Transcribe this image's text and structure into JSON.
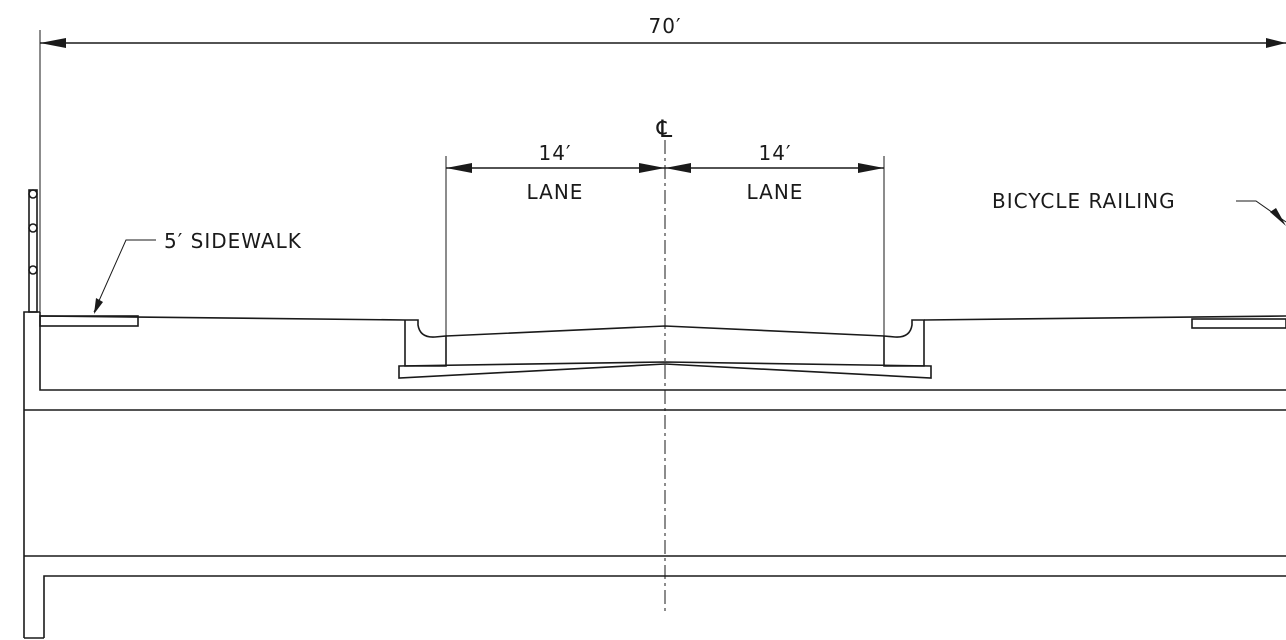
{
  "dimensions": {
    "overall_width": "70′",
    "left_lane_width": "14′",
    "left_lane_label": "LANE",
    "right_lane_width": "14′",
    "right_lane_label": "LANE"
  },
  "centerline_symbol": "℄",
  "callouts": {
    "sidewalk": "5′ SIDEWALK",
    "railing": "BICYCLE RAILING"
  },
  "line_color": "#1a1a1a"
}
